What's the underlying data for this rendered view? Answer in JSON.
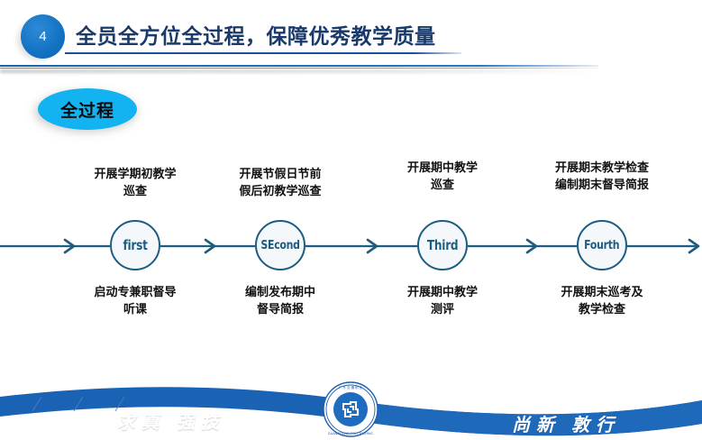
{
  "header": {
    "slide_number": "4",
    "title": "全员全方位全过程，保障优秀教学质量"
  },
  "section": {
    "pill_label": "全过程"
  },
  "timeline": {
    "nodes": [
      {
        "marker": "first",
        "top_caption": "开展学期初教学\n巡查",
        "bottom_caption": "启动专兼职督导\n听课"
      },
      {
        "marker": "SEcond",
        "top_caption": "开展节假日节前\n假后初教学巡查",
        "bottom_caption": "编制发布期中\n督导简报"
      },
      {
        "marker": "Third",
        "top_caption": "开展期中教学\n巡查",
        "bottom_caption": "开展期中教学\n测评"
      },
      {
        "marker": "Fourth",
        "top_caption": "开展期末教学检查\n编制期末督导简报",
        "bottom_caption": "开展期末巡考及\n教学检查"
      }
    ]
  },
  "footer": {
    "motto_left": "求真 强技",
    "motto_right": "尚新 敦行",
    "emblem_name": "university-seal"
  },
  "colors": {
    "title_navy": "#1a3a6b",
    "badge_blue": "#1273c4",
    "pill_cyan": "#12b3f0",
    "node_steel": "#1d5d80",
    "footer_blue": "#1a63b4"
  }
}
